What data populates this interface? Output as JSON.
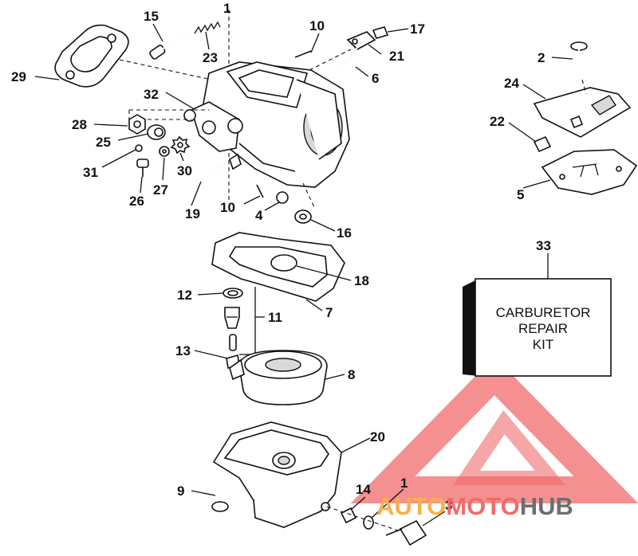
{
  "kit": {
    "line1": "CARBURETOR",
    "line2": "REPAIR",
    "line3": "KIT"
  },
  "watermark": {
    "part1": "AUTO",
    "part2": "MOTO",
    "part3": "HUB",
    "color_red": "#f06b6b",
    "color_orange": "#f5b14a",
    "color_gray": "#6e6e6e"
  },
  "callouts": [
    {
      "id": "15",
      "label": "15"
    },
    {
      "id": "1a",
      "label": "1"
    },
    {
      "id": "23",
      "label": "23"
    },
    {
      "id": "10a",
      "label": "10"
    },
    {
      "id": "17",
      "label": "17"
    },
    {
      "id": "21",
      "label": "21"
    },
    {
      "id": "6",
      "label": "6"
    },
    {
      "id": "29",
      "label": "29"
    },
    {
      "id": "32",
      "label": "32"
    },
    {
      "id": "28",
      "label": "28"
    },
    {
      "id": "25",
      "label": "25"
    },
    {
      "id": "31",
      "label": "31"
    },
    {
      "id": "30",
      "label": "30"
    },
    {
      "id": "27",
      "label": "27"
    },
    {
      "id": "26",
      "label": "26"
    },
    {
      "id": "19",
      "label": "19"
    },
    {
      "id": "10b",
      "label": "10"
    },
    {
      "id": "4",
      "label": "4"
    },
    {
      "id": "16",
      "label": "16"
    },
    {
      "id": "18",
      "label": "18"
    },
    {
      "id": "7",
      "label": "7"
    },
    {
      "id": "12",
      "label": "12"
    },
    {
      "id": "11",
      "label": "11"
    },
    {
      "id": "13",
      "label": "13"
    },
    {
      "id": "8",
      "label": "8"
    },
    {
      "id": "20",
      "label": "20"
    },
    {
      "id": "9",
      "label": "9"
    },
    {
      "id": "14",
      "label": "14"
    },
    {
      "id": "1b",
      "label": "1"
    },
    {
      "id": "3",
      "label": "3"
    },
    {
      "id": "2",
      "label": "2"
    },
    {
      "id": "24",
      "label": "24"
    },
    {
      "id": "22",
      "label": "22"
    },
    {
      "id": "5",
      "label": "5"
    },
    {
      "id": "33",
      "label": "33"
    }
  ]
}
